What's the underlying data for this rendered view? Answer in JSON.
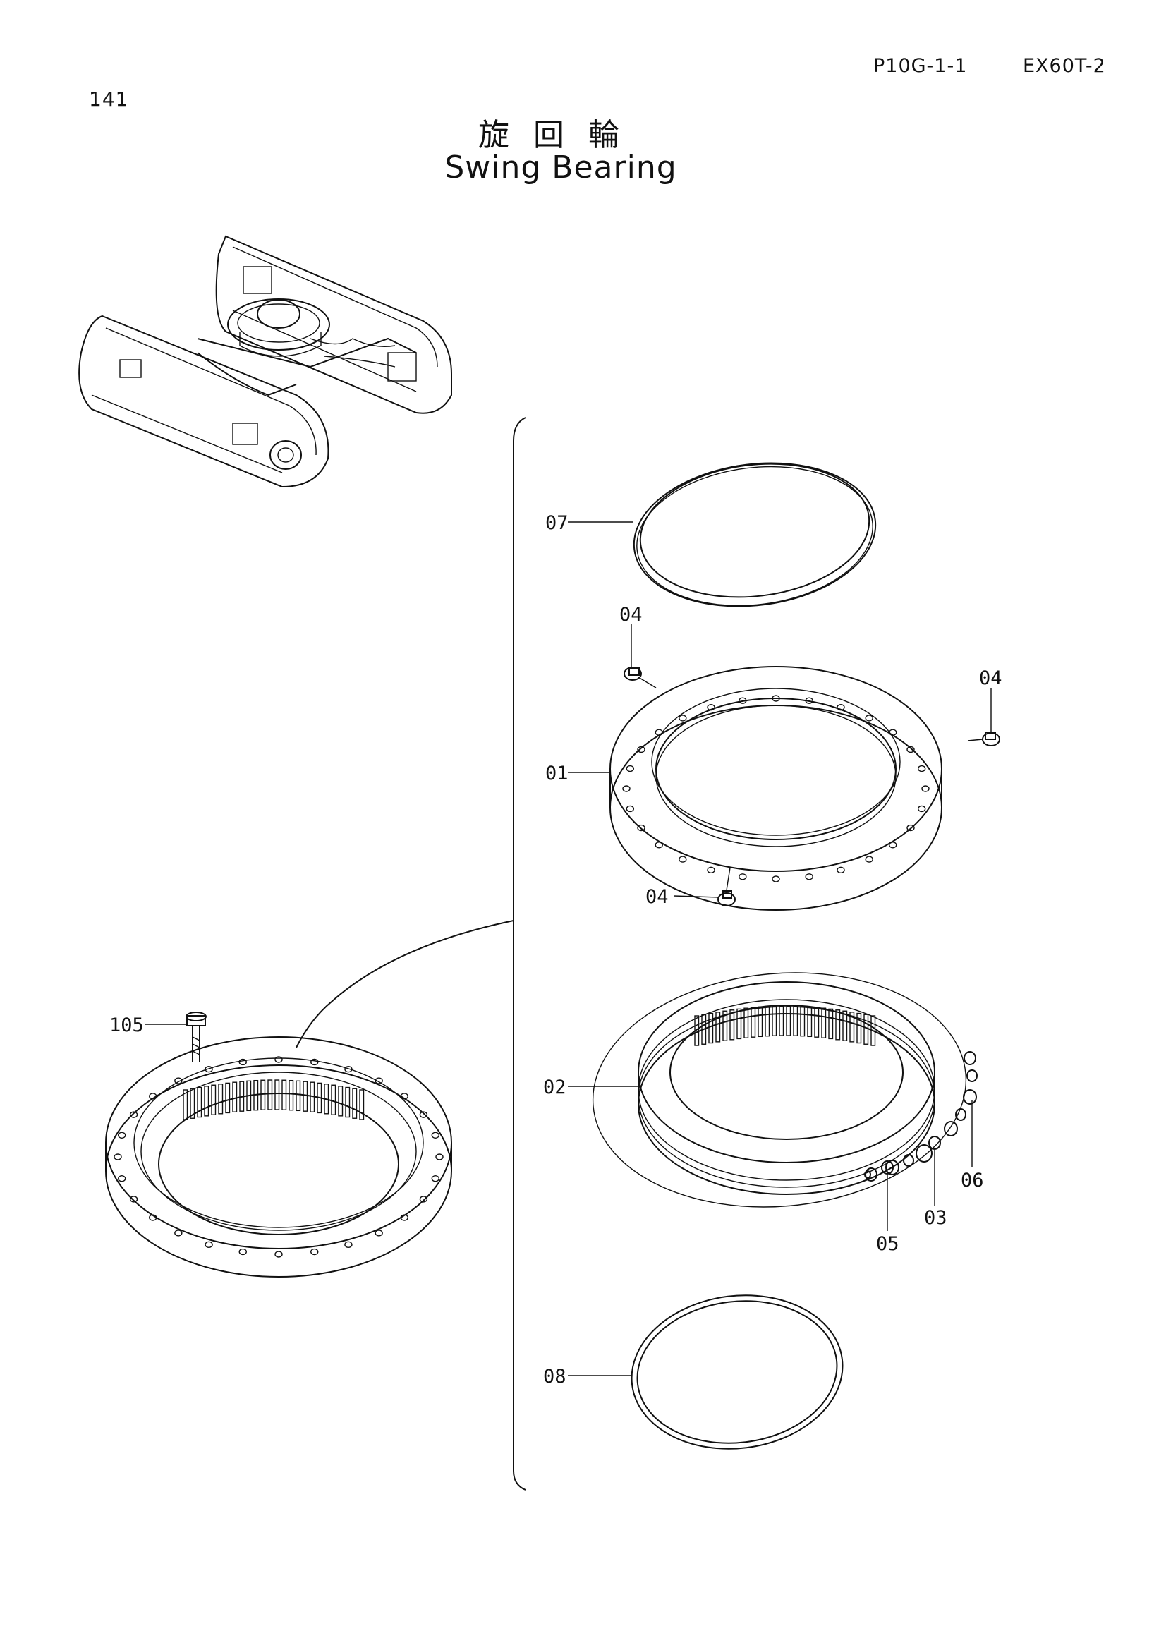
{
  "header": {
    "page_number": "141",
    "ref_code": "P10G-1-1",
    "model": "EX60T-2"
  },
  "title": {
    "japanese": "旋回輪",
    "english": "Swing Bearing"
  },
  "callouts": {
    "c07": "07",
    "c04_top": "04",
    "c04_right": "04",
    "c01": "01",
    "c04_bottom": "04",
    "c105": "105",
    "c02": "02",
    "c06": "06",
    "c03": "03",
    "c05": "05",
    "c08": "08"
  }
}
